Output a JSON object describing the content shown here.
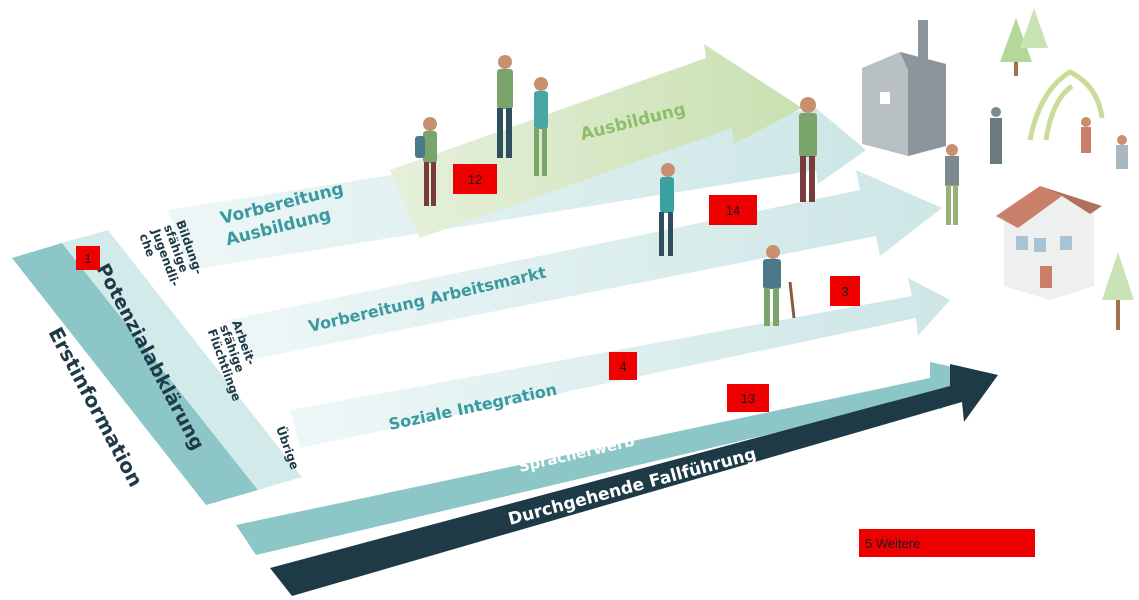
{
  "labels": {
    "erstinformation": "Erstinformation",
    "potenzial": "Potenzialabklärung",
    "cat_youth": [
      "Bildung-",
      "sfähige",
      "Jugendli-",
      "che"
    ],
    "cat_refugees": [
      "Arbeit-",
      "sfähige",
      "Flüchtlinge"
    ],
    "cat_other": "Übrige",
    "vorbereitung_ausbildung": [
      "Vorbereitung",
      "Ausbildung"
    ],
    "ausbildung": "Ausbildung",
    "arbeitsmarkt": "Vorbereitung Arbeitsmarkt",
    "soziale": "Soziale Integration",
    "sprache": "Spracherwerb",
    "fallfuehrung": "Durchgehende Fallführung"
  },
  "badges": [
    "1",
    "12",
    "14",
    "3",
    "4",
    "13",
    "5 Weitere"
  ],
  "colors": {
    "teal": "#8cc6c7",
    "teal_light": "#d3eaea",
    "teal_text": "#3a9aa0",
    "green_light": "#d2e4bf",
    "green_text": "#8dbe6a",
    "navy": "#1f3a47",
    "badge": "#ee0000"
  }
}
